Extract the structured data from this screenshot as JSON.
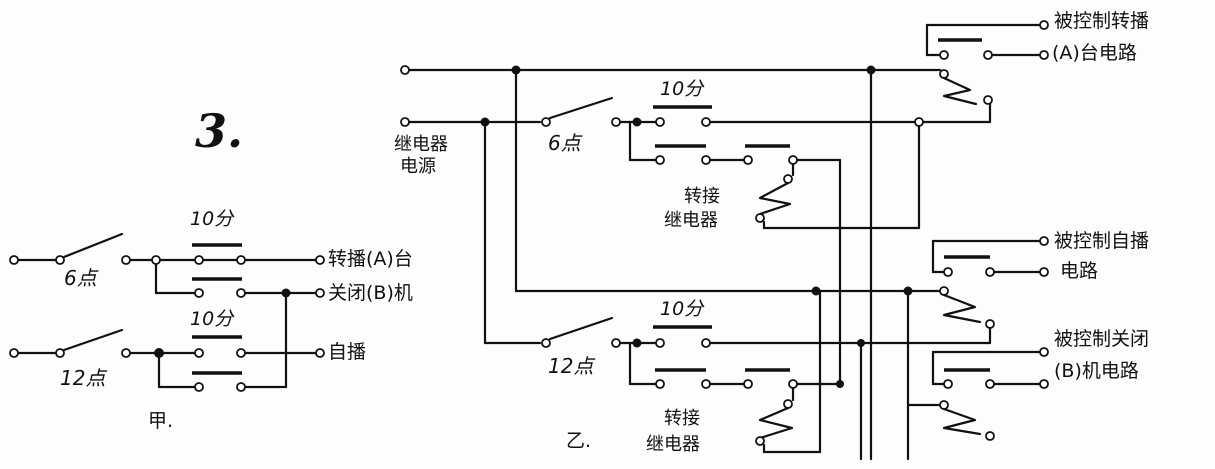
{
  "figure_number": "3.",
  "left": {
    "caption": "甲.",
    "six_label": "6点",
    "ten_min_top": "10分",
    "ten_min_bottom": "10分",
    "twelve_label": "12点",
    "out_relay_a": "转播(A)台",
    "out_close_b": "关闭(B)机",
    "out_self": "自播"
  },
  "right": {
    "caption": "乙.",
    "power_line1": "继电器",
    "power_line2": "电源",
    "six_label": "6点",
    "twelve_label": "12点",
    "ten_min_top": "10分",
    "ten_min_bottom": "10分",
    "relay_top_line1": "转接",
    "relay_top_line2": "继电器",
    "relay_bottom_line1": "转接",
    "relay_bottom_line2": "继电器",
    "ctrl_a_line1": "被控制转播",
    "ctrl_a_line2": "(A)台电路",
    "ctrl_self_line1": "被控制自播",
    "ctrl_self_line2": "电路",
    "ctrl_b_line1": "被控制关闭",
    "ctrl_b_line2": "(B)机电路"
  }
}
